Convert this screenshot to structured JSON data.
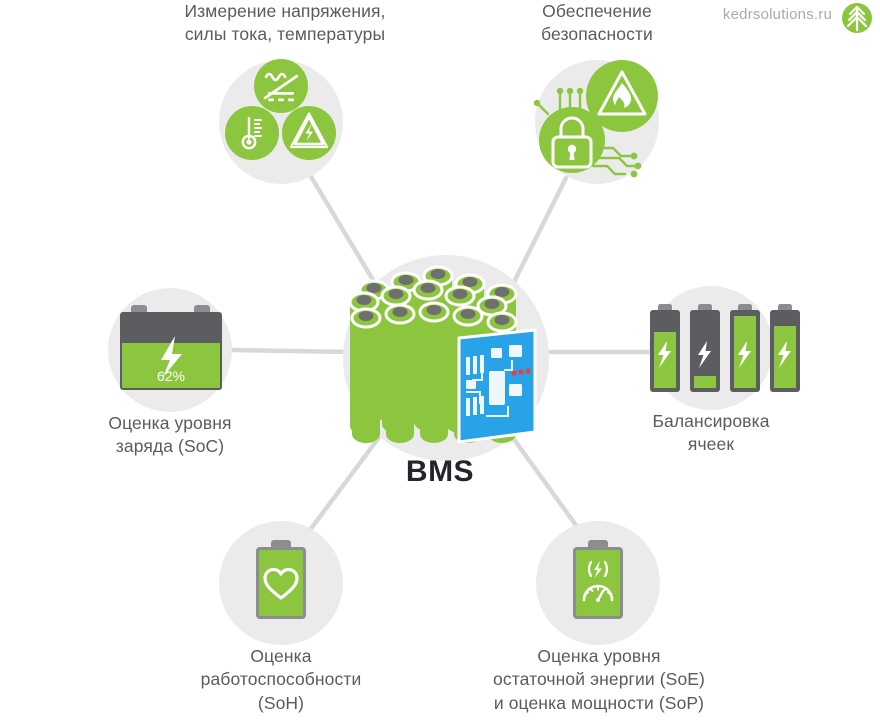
{
  "brand": {
    "site": "kedrsolutions.ru",
    "logo_icon": "fir-tree-logo-icon",
    "logo_color": "#8cc63f"
  },
  "center": {
    "title": "BMS",
    "icon": "battery-pack-with-pcb-icon",
    "cell_color": "#8cc63f",
    "pcb_color": "#29a3e8"
  },
  "colors": {
    "green": "#8cc63f",
    "dark_gray": "#5b5d60",
    "mid_gray": "#8b8d90",
    "light_gray_circle": "#ebebeb",
    "connector": "#d7d8d8",
    "text": "#595b60",
    "title": "#23252c"
  },
  "nodes": [
    {
      "id": "measurement",
      "label": "Измерение напряжения,\nсилы тока, температуры",
      "icons": [
        "ac-dc-signal-icon",
        "thermometer-icon",
        "high-voltage-triangle-icon"
      ]
    },
    {
      "id": "safety",
      "label": "Обеспечение\nбезопасности",
      "icons": [
        "padlock-circuit-icon",
        "fire-hazard-triangle-icon"
      ]
    },
    {
      "id": "soc",
      "label": "Оценка уровня\nзаряда (SoC)",
      "icons": [
        "car-battery-icon"
      ],
      "value_text": "62%",
      "charge_percent": 62
    },
    {
      "id": "balancing",
      "label": "Балансировка\nячеек",
      "icons": [
        "four-batteries-icon"
      ],
      "cell_levels": [
        68,
        15,
        95,
        80
      ]
    },
    {
      "id": "soh",
      "label": "Оценка\nработоспособности\n(SoH)",
      "icons": [
        "battery-heart-icon"
      ]
    },
    {
      "id": "soe_sop",
      "label": "Оценка уровня\nостаточной энергии (SoE)\nи оценка мощности (SoP)",
      "icons": [
        "battery-power-gauge-icon"
      ]
    }
  ]
}
